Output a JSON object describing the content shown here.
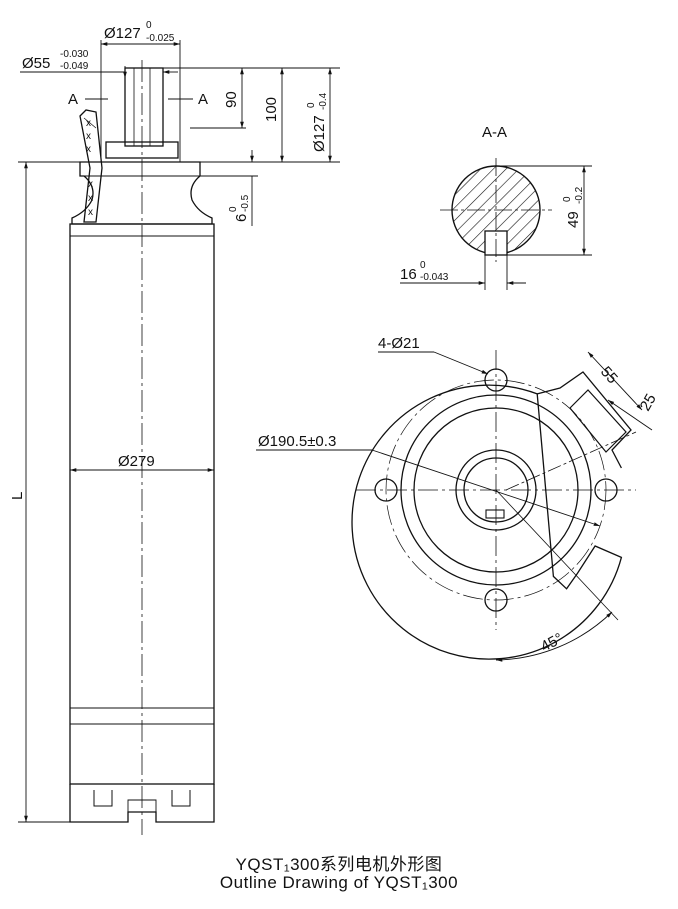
{
  "dimensions": {
    "shaft_dia_top": "Ø127",
    "shaft_dia_top_tol_upper": "0",
    "shaft_dia_top_tol_lower": "-0.025",
    "shaft_dia_55": "Ø55",
    "shaft_dia_55_tol_upper": "-0.030",
    "shaft_dia_55_tol_lower": "-0.049",
    "height_90": "90",
    "height_100": "100",
    "flange_dia_127": "Ø127",
    "flange_dia_127_tol_upper": "0",
    "flange_dia_127_tol_lower": "-0.4",
    "step_6": "6",
    "step_6_tol_upper": "0",
    "step_6_tol_lower": "-0.5",
    "body_dia": "Ø279",
    "length_L": "L",
    "section_dim_49": "49",
    "section_dim_49_tol_upper": "0",
    "section_dim_49_tol_lower": "-0.2",
    "key_width_16": "16",
    "key_width_16_tol_upper": "0",
    "key_width_16_tol_lower": "-0.043",
    "holes": "4-Ø21",
    "bolt_circle": "Ø190.5±0.3",
    "dim_55": "55",
    "dim_25": "25",
    "angle_45": "45°"
  },
  "labels": {
    "section_a_left": "A",
    "section_a_right": "A",
    "section_title": "A-A",
    "cable_marks": "x"
  },
  "caption": {
    "chinese": "YQST₁300系列电机外形图",
    "english": "Outline Drawing of YQST₁300"
  }
}
